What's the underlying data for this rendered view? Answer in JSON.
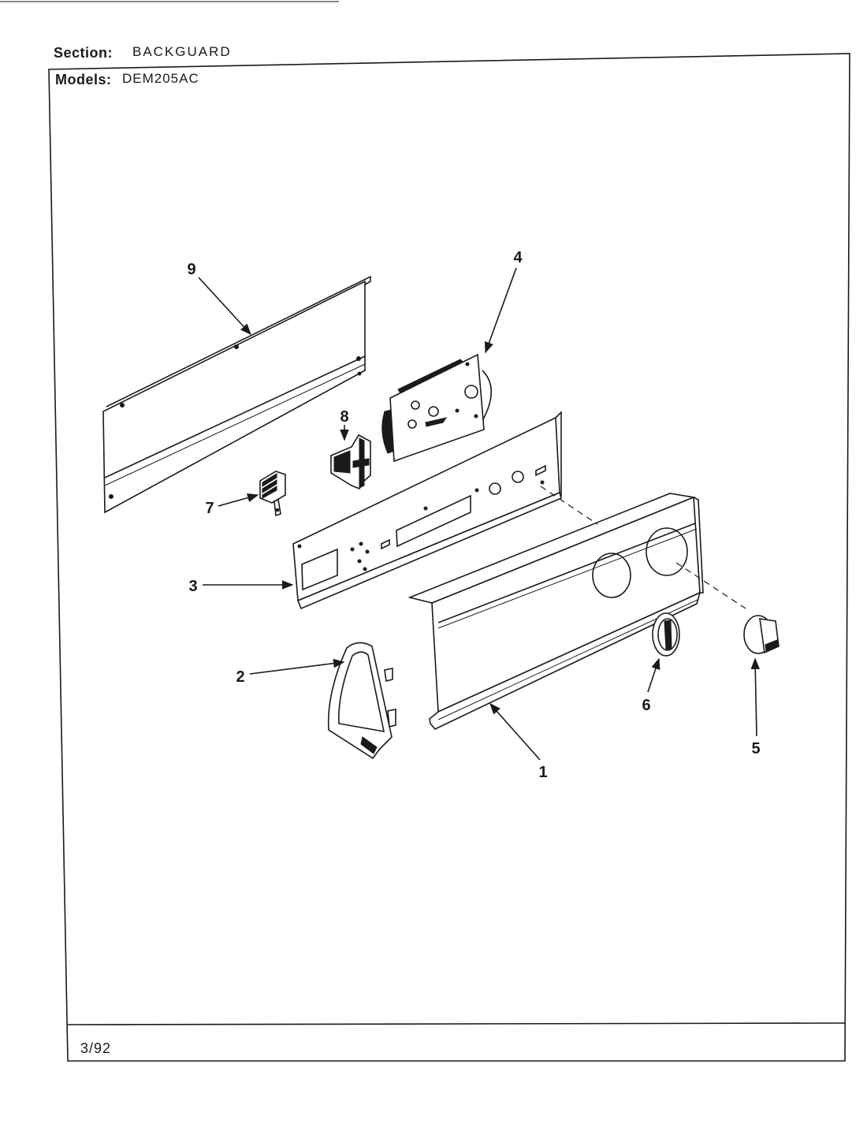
{
  "header": {
    "section_label": "Section:",
    "section_value": "BACKGUARD",
    "models_label": "Models:",
    "models_value": "DEM205AC"
  },
  "footer": {
    "revision": "3/92"
  },
  "callouts": [
    "1",
    "2",
    "3",
    "4",
    "5",
    "6",
    "7",
    "8",
    "9"
  ],
  "colors": {
    "ink": "#1a1a1a",
    "paper": "#ffffff"
  }
}
